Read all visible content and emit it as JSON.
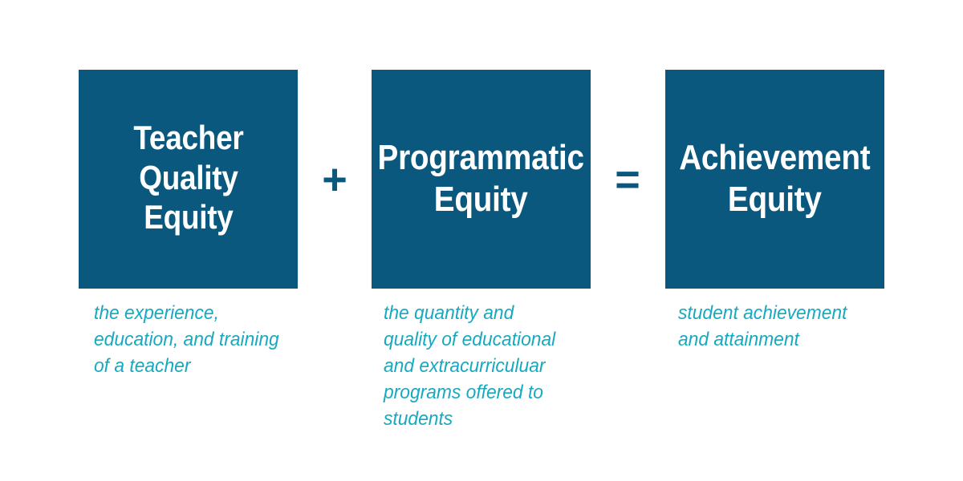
{
  "diagram": {
    "type": "equation-diagram",
    "colors": {
      "box_fill": "#0a587d",
      "box_text": "#ffffff",
      "caption_text": "#16a9bf",
      "operator": "#0a587d",
      "background": "#ffffff"
    },
    "terms": [
      {
        "id": "teacher-quality-equity",
        "title": "Teacher\nQuality\nEquity",
        "caption": "the experience,\neducation, and training\nof a teacher"
      },
      {
        "id": "programmatic-equity",
        "title": "Programmatic\nEquity",
        "caption": "the quantity and\nquality of educational\nand extracurriculuar\nprograms offered to\nstudents"
      },
      {
        "id": "achievement-equity",
        "title": "Achievement\nEquity",
        "caption": "student achievement\nand attainment"
      }
    ],
    "operators": [
      {
        "id": "plus",
        "symbol": "+"
      },
      {
        "id": "equals",
        "symbol": "="
      }
    ]
  }
}
